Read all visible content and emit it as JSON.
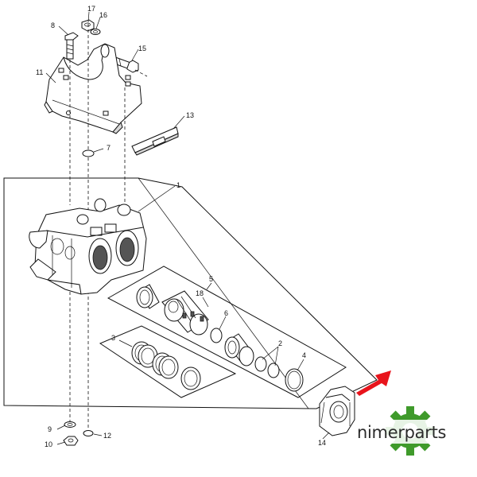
{
  "callouts": {
    "c1": "1",
    "c2": "2",
    "c3": "3",
    "c4": "4",
    "c5": "5",
    "c6": "6",
    "c7": "7",
    "c8": "8",
    "c9": "9",
    "c10": "10",
    "c11": "11",
    "c12": "12",
    "c13": "13",
    "c14": "14",
    "c15": "15",
    "c16": "16",
    "c17": "17",
    "c18": "18"
  },
  "brand": {
    "name": "nimerparts",
    "logo_icon": "gear-icon",
    "accent_color": "#3f9a2b"
  },
  "indicator": {
    "icon": "red-arrow-icon",
    "color": "#e8141c"
  }
}
